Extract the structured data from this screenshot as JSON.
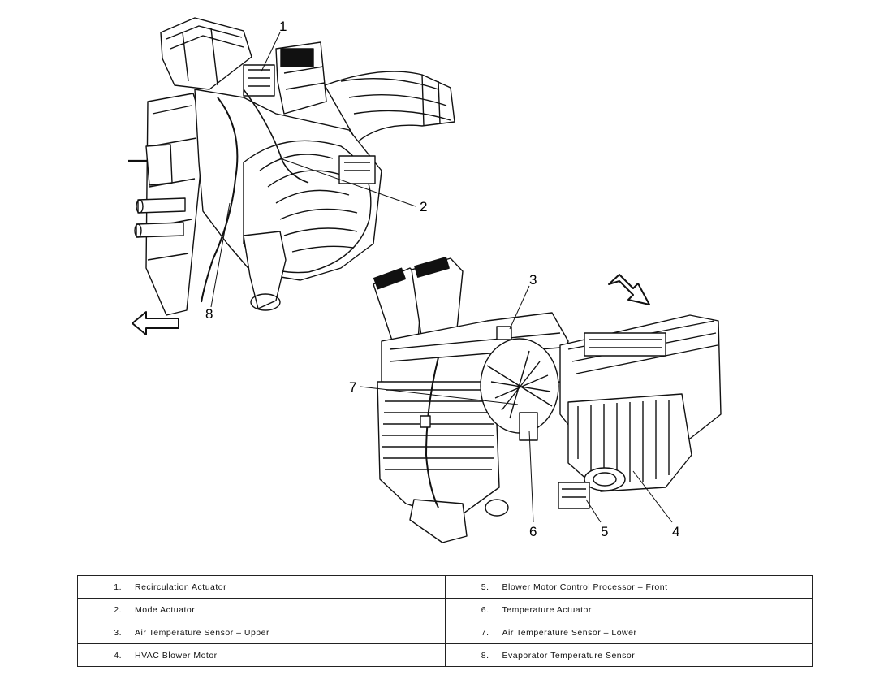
{
  "callouts": [
    "1",
    "2",
    "3",
    "4",
    "5",
    "6",
    "7",
    "8"
  ],
  "legend": {
    "rows": [
      {
        "left": {
          "num": "1.",
          "label": "Recirculation Actuator"
        },
        "right": {
          "num": "5.",
          "label": "Blower Motor Control Processor – Front"
        }
      },
      {
        "left": {
          "num": "2.",
          "label": "Mode Actuator"
        },
        "right": {
          "num": "6.",
          "label": "Temperature Actuator"
        }
      },
      {
        "left": {
          "num": "3.",
          "label": "Air Temperature Sensor – Upper"
        },
        "right": {
          "num": "7.",
          "label": "Air Temperature Sensor – Lower"
        }
      },
      {
        "left": {
          "num": "4.",
          "label": "HVAC Blower Motor"
        },
        "right": {
          "num": "8.",
          "label": "Evaporator Temperature Sensor"
        }
      }
    ]
  }
}
